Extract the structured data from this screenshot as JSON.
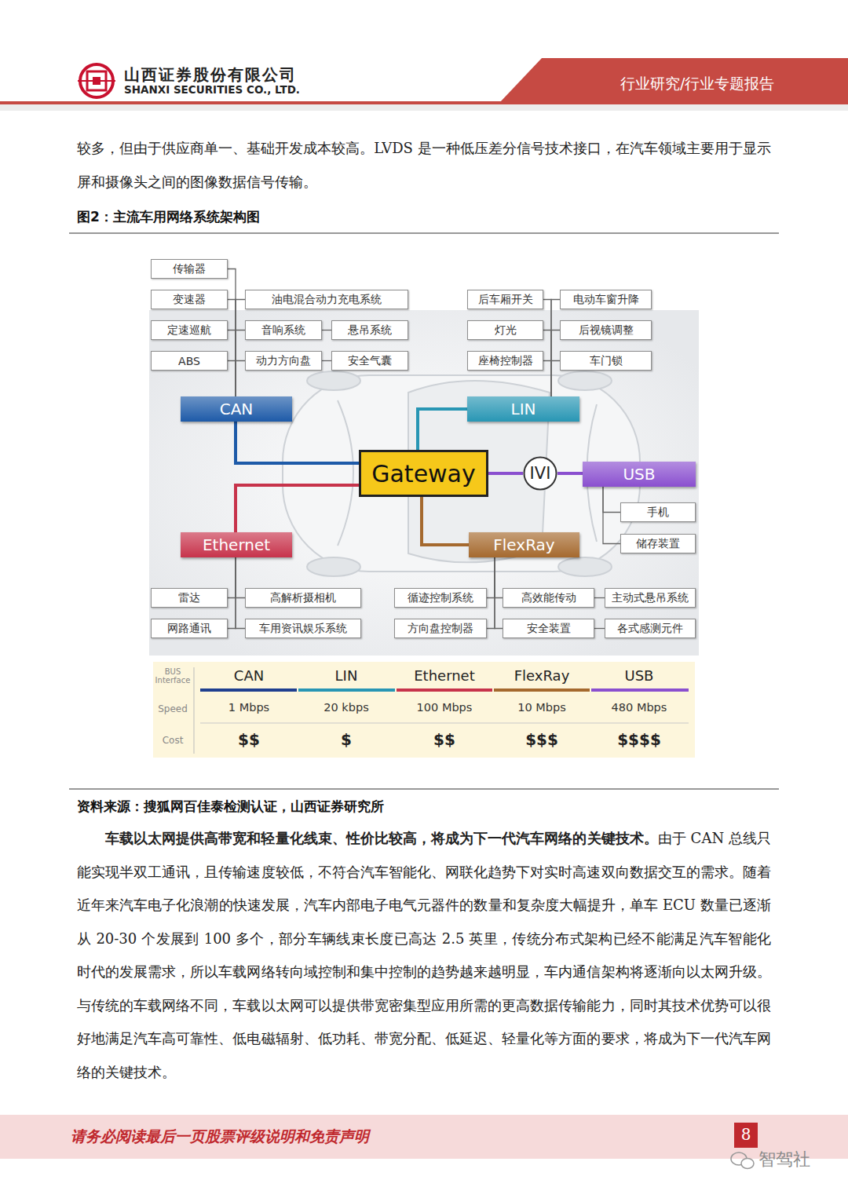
{
  "diagram": {
    "title": "图2：主流车用网络系统架构图",
    "caption": "资料来源：搜狐网百佳泰检测认证，山西证券研究所",
    "nodes": [
      {
        "text": [
          "传输器"
        ]
      },
      {
        "text": [
          "变速器"
        ]
      },
      {
        "text": [
          "油电混合动力充电系统"
        ]
      },
      {
        "text": [
          "后车厢开关"
        ]
      },
      {
        "text": [
          "电动车窗升降"
        ]
      },
      {
        "text": [
          "定速巡航"
        ]
      },
      {
        "text": [
          "音响系统"
        ]
      },
      {
        "text": [
          "悬吊系统"
        ]
      },
      {
        "text": [
          "灯光"
        ]
      },
      {
        "text": [
          "后视镜调整"
        ]
      },
      {
        "text": [
          "ABS"
        ]
      },
      {
        "text": [
          "动力方向盘"
        ]
      },
      {
        "text": [
          "安全气囊"
        ]
      },
      {
        "text": [
          "座椅控制器"
        ]
      },
      {
        "text": [
          "车门锁"
        ]
      },
      {
        "text": [
          "CAN"
        ]
      },
      {
        "text": [
          "LIN"
        ]
      },
      {
        "text": [
          "Gateway"
        ]
      },
      {
        "text": [
          "IVI"
        ]
      },
      {
        "text": [
          "USB"
        ]
      },
      {
        "text": [
          "手机"
        ]
      },
      {
        "text": [
          "储存装置"
        ]
      },
      {
        "text": [
          "Ethernet"
        ]
      },
      {
        "text": [
          "FlexRay"
        ]
      },
      {
        "text": [
          "雷达"
        ]
      },
      {
        "text": [
          "高解析摄相机"
        ]
      },
      {
        "text": [
          "循迹控制系统"
        ]
      },
      {
        "text": [
          "高效能传动"
        ]
      },
      {
        "text": [
          "主动式悬吊系统"
        ]
      },
      {
        "text": [
          "网路通讯"
        ]
      },
      {
        "text": [
          "车用资讯娱乐系统"
        ]
      },
      {
        "text": [
          "方向盘控制器"
        ]
      },
      {
        "text": [
          "安全装置"
        ]
      },
      {
        "text": [
          "各式感测元件"
        ]
      }
    ],
    "edges": [
      {
        "from": 15,
        "to": 0,
        "arrow": "none"
      },
      {
        "from": 15,
        "to": 1,
        "arrow": "none"
      },
      {
        "from": 15,
        "to": 2,
        "arrow": "none"
      },
      {
        "from": 15,
        "to": 5,
        "arrow": "none"
      },
      {
        "from": 15,
        "to": 6,
        "arrow": "none"
      },
      {
        "from": 15,
        "to": 10,
        "arrow": "none"
      },
      {
        "from": 15,
        "to": 11,
        "arrow": "none"
      },
      {
        "from": 6,
        "to": 7,
        "arrow": "none"
      },
      {
        "from": 11,
        "to": 12,
        "arrow": "none"
      },
      {
        "from": 16,
        "to": 3,
        "arrow": "none"
      },
      {
        "from": 16,
        "to": 4,
        "arrow": "none"
      },
      {
        "from": 16,
        "to": 8,
        "arrow": "none"
      },
      {
        "from": 16,
        "to": 9,
        "arrow": "none"
      },
      {
        "from": 16,
        "to": 13,
        "arrow": "none"
      },
      {
        "from": 16,
        "to": 14,
        "arrow": "none"
      },
      {
        "from": 17,
        "to": 15,
        "arrow": "none"
      },
      {
        "from": 17,
        "to": 16,
        "arrow": "none"
      },
      {
        "from": 17,
        "to": 18,
        "arrow": "none"
      },
      {
        "from": 18,
        "to": 19,
        "arrow": "none"
      },
      {
        "from": 19,
        "to": 20,
        "arrow": "none"
      },
      {
        "from": 19,
        "to": 21,
        "arrow": "none"
      },
      {
        "from": 17,
        "to": 22,
        "arrow": "none"
      },
      {
        "from": 17,
        "to": 23,
        "arrow": "none"
      },
      {
        "from": 22,
        "to": 24,
        "arrow": "none"
      },
      {
        "from": 22,
        "to": 25,
        "arrow": "none"
      },
      {
        "from": 22,
        "to": 29,
        "arrow": "none"
      },
      {
        "from": 22,
        "to": 30,
        "arrow": "none"
      },
      {
        "from": 23,
        "to": 26,
        "arrow": "none"
      },
      {
        "from": 23,
        "to": 27,
        "arrow": "none"
      },
      {
        "from": 23,
        "to": 31,
        "arrow": "none"
      },
      {
        "from": 23,
        "to": 32,
        "arrow": "none"
      },
      {
        "from": 27,
        "to": 28,
        "arrow": "none"
      },
      {
        "from": 32,
        "to": 33,
        "arrow": "none"
      }
    ],
    "labels": [
      "山西证券股份有限公司",
      "SHANXI SECURITIES CO., LTD.",
      "行业研究/行业专题报告",
      "较多，但由于供应商单一、基础开发成本较高。LVDS 是一种低压差分信号技术接口，在汽车领域主要用于显示屏和摄像头之间的图像数据信号传输。",
      "BUS Interface",
      "CAN",
      "LIN",
      "Ethernet",
      "FlexRay",
      "USB",
      "Speed",
      "1 Mbps",
      "20 kbps",
      "100 Mbps",
      "10 Mbps",
      "480 Mbps",
      "Cost",
      "$$",
      "$",
      "$$",
      "$$$",
      "$$$$",
      "车载以太网提供高带宽和轻量化线束、性价比较高，将成为下一代汽车网络的关键技术。",
      "由于 CAN 总线只能实现半双工通讯，且传输速度较低，不符合汽车智能化、网联化趋势下对实时高速双向数据交互的需求。随着近年来汽车电子化浪潮的快速发展，汽车内部电子电气元器件的数量和复杂度大幅提升，单车 ECU 数量已逐渐从 20-30 个发展到 100 多个，部分车辆线束长度已高达 2.5 英里，传统分布式架构已经不能满足汽车智能化时代的发展需求，所以车载网络转向域控制和集中控制的趋势越来越明显，车内通信架构将逐渐向以太网升级。与传统的车载网络不同，车载以太网可以提供带宽密集型应用所需的更高数据传输能力，同时其技术优势可以很好地满足汽车高可靠性、低电磁辐射、低功耗、带宽分配、低延迟、轻量化等方面的要求，将成为下一代汽车网络的关键技术。",
      "请务必阅读最后一页股票评级说明和免责声明",
      "8",
      "智驾社"
    ]
  }
}
